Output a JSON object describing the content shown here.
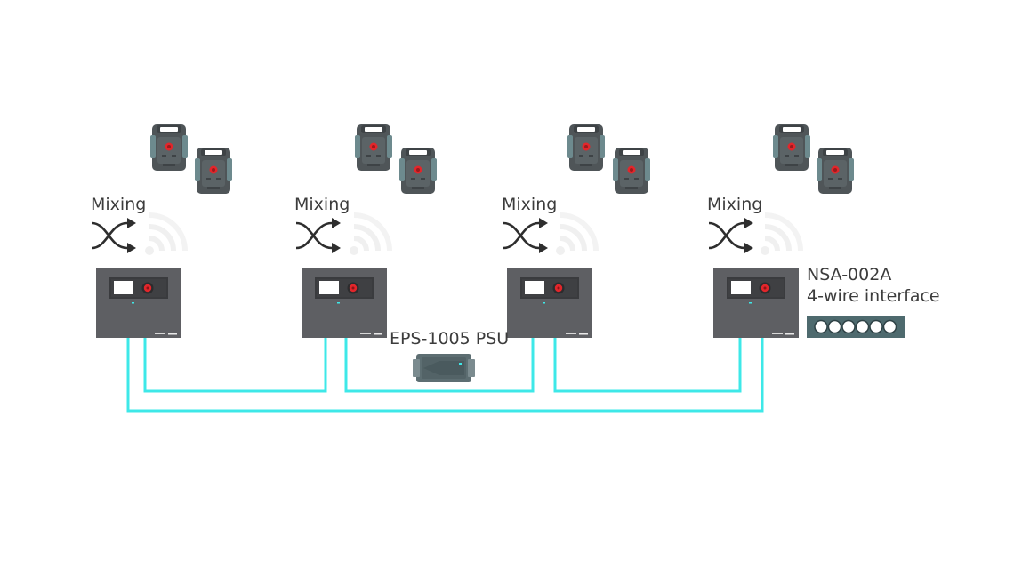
{
  "diagram": {
    "mixing_labels": [
      "Mixing",
      "Mixing",
      "Mixing",
      "Mixing"
    ],
    "psu_label": "EPS-1005 PSU",
    "interface_title": "NSA-002A",
    "interface_subtitle": "4-wire interface",
    "interface_port_count": 6,
    "colors": {
      "wire": "#3ee8e8",
      "device_body": "#5e5f63",
      "device_screen": "#ffffff",
      "knob_red": "#e2262b",
      "arrow": "#2e2e2e",
      "wireless_faded": "#f1f1f1",
      "interface_bg": "#4e6a6e",
      "psu_body": "#5d6e72",
      "beltpack_body": "#4f5558",
      "beltpack_accent": "#6d8a8e"
    },
    "icons": [
      "beltpack-icon",
      "crossfade-mixing-icon",
      "wireless-signal-icon",
      "base-station-icon",
      "power-supply-icon",
      "interface-panel-icon"
    ]
  }
}
